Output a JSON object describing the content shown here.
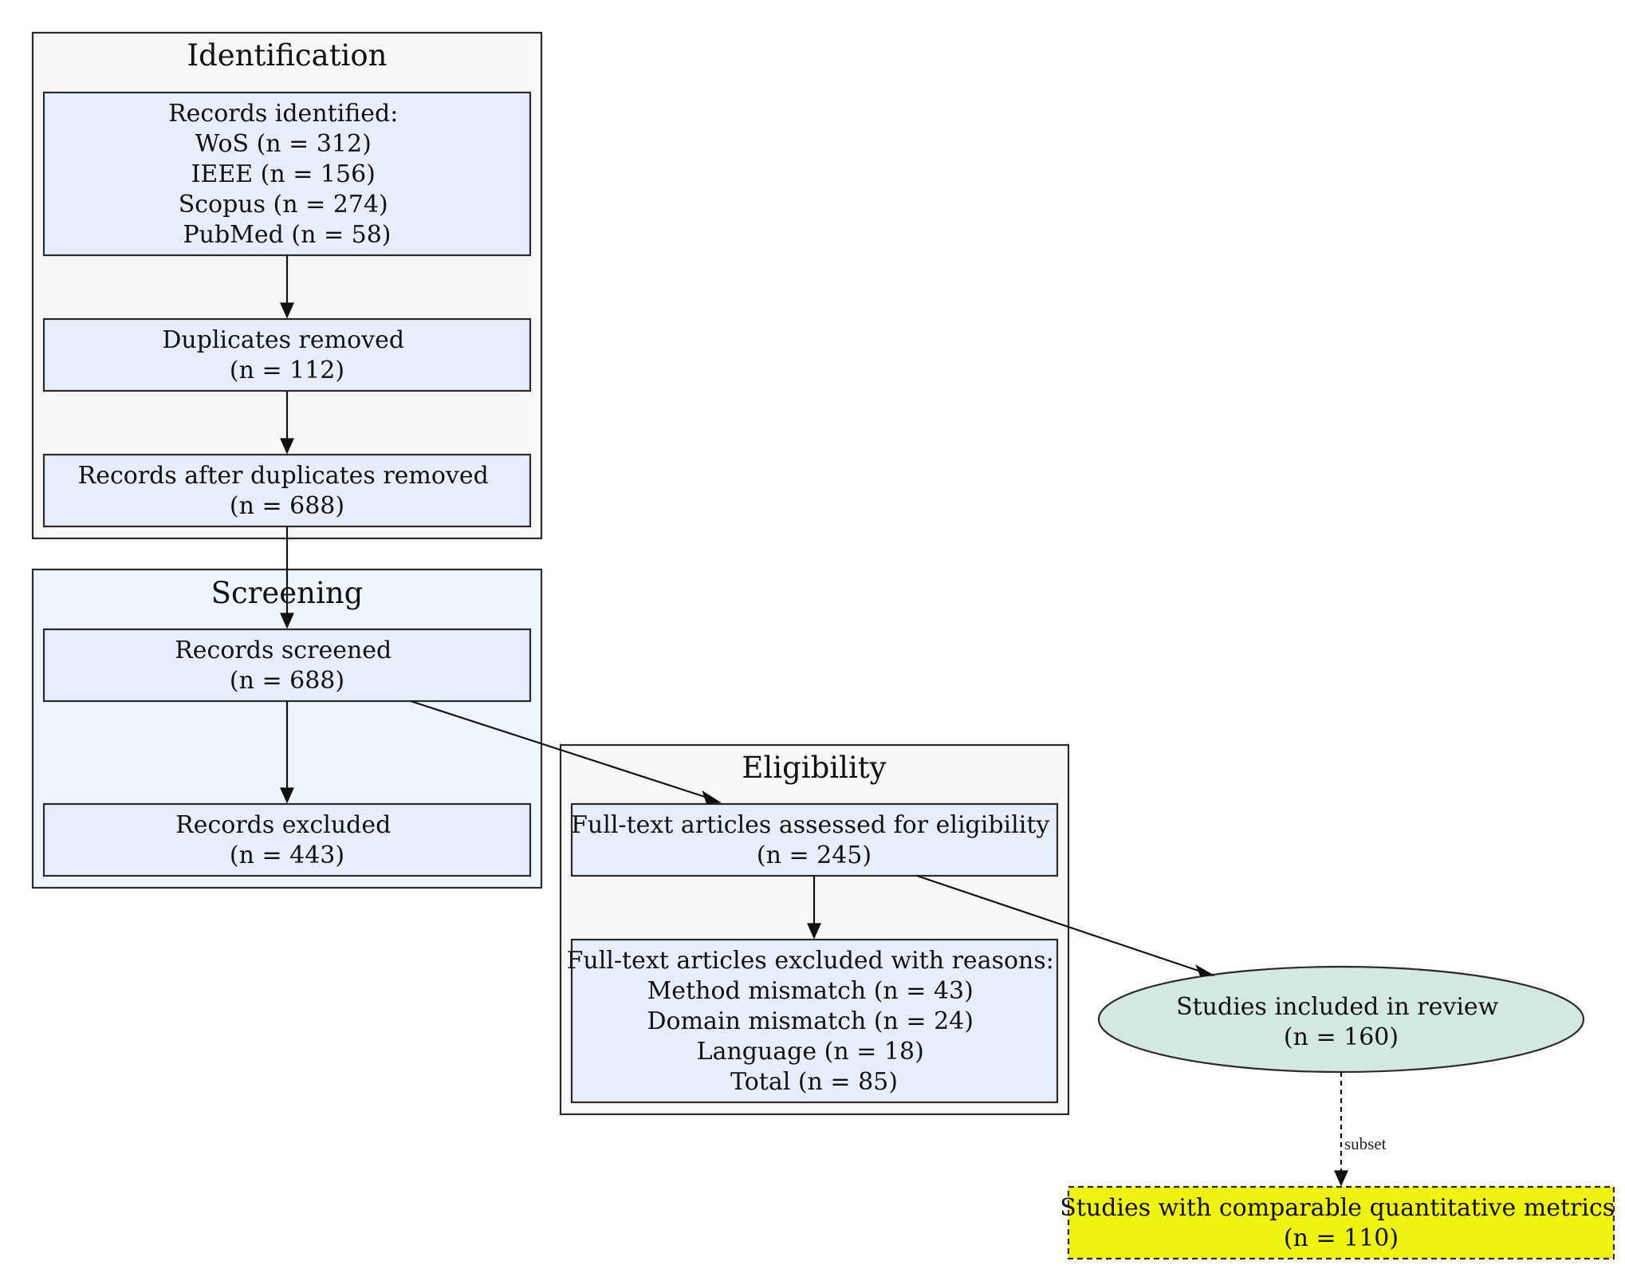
{
  "clusters": {
    "identification": {
      "title": "Identification",
      "fill": "#f7f7f7"
    },
    "screening": {
      "title": "Screening",
      "fill": "#eef6fd"
    },
    "eligibility": {
      "title": "Eligibility",
      "fill": "#f7f7f7"
    }
  },
  "nodes": {
    "records_identified": {
      "lines": [
        "Records identified:",
        "WoS (n = 312)",
        "IEEE (n = 156)",
        "Scopus (n = 274)",
        "PubMed (n = 58)"
      ],
      "fill": "#e6eefc"
    },
    "duplicates_removed": {
      "lines": [
        "Duplicates removed",
        "(n = 112)"
      ],
      "fill": "#e6eefc"
    },
    "records_after_duplicates": {
      "lines": [
        "Records after duplicates removed",
        "(n = 688)"
      ],
      "fill": "#e6eefc"
    },
    "records_screened": {
      "lines": [
        "Records screened",
        "(n = 688)"
      ],
      "fill": "#e6eefc"
    },
    "records_excluded": {
      "lines": [
        "Records excluded",
        "(n = 443)"
      ],
      "fill": "#e6eefc"
    },
    "fulltext_assessed": {
      "lines": [
        "Full-text articles assessed for eligibility",
        "(n = 245)"
      ],
      "fill": "#e6eefc"
    },
    "fulltext_excluded": {
      "lines": [
        "Full-text articles excluded with reasons:",
        "Method mismatch (n = 43)",
        "Domain mismatch (n = 24)",
        "Language (n = 18)",
        "Total (n = 85)"
      ],
      "fill": "#e6eefc"
    },
    "studies_included": {
      "lines": [
        "Studies included in review",
        "(n = 160)"
      ],
      "fill": "#d3e8df"
    },
    "studies_quantitative": {
      "lines": [
        "Studies with comparable quantitative metrics",
        "(n = 110)"
      ],
      "fill": "#eef30f"
    }
  },
  "edges": {
    "subset_label": "subset"
  }
}
